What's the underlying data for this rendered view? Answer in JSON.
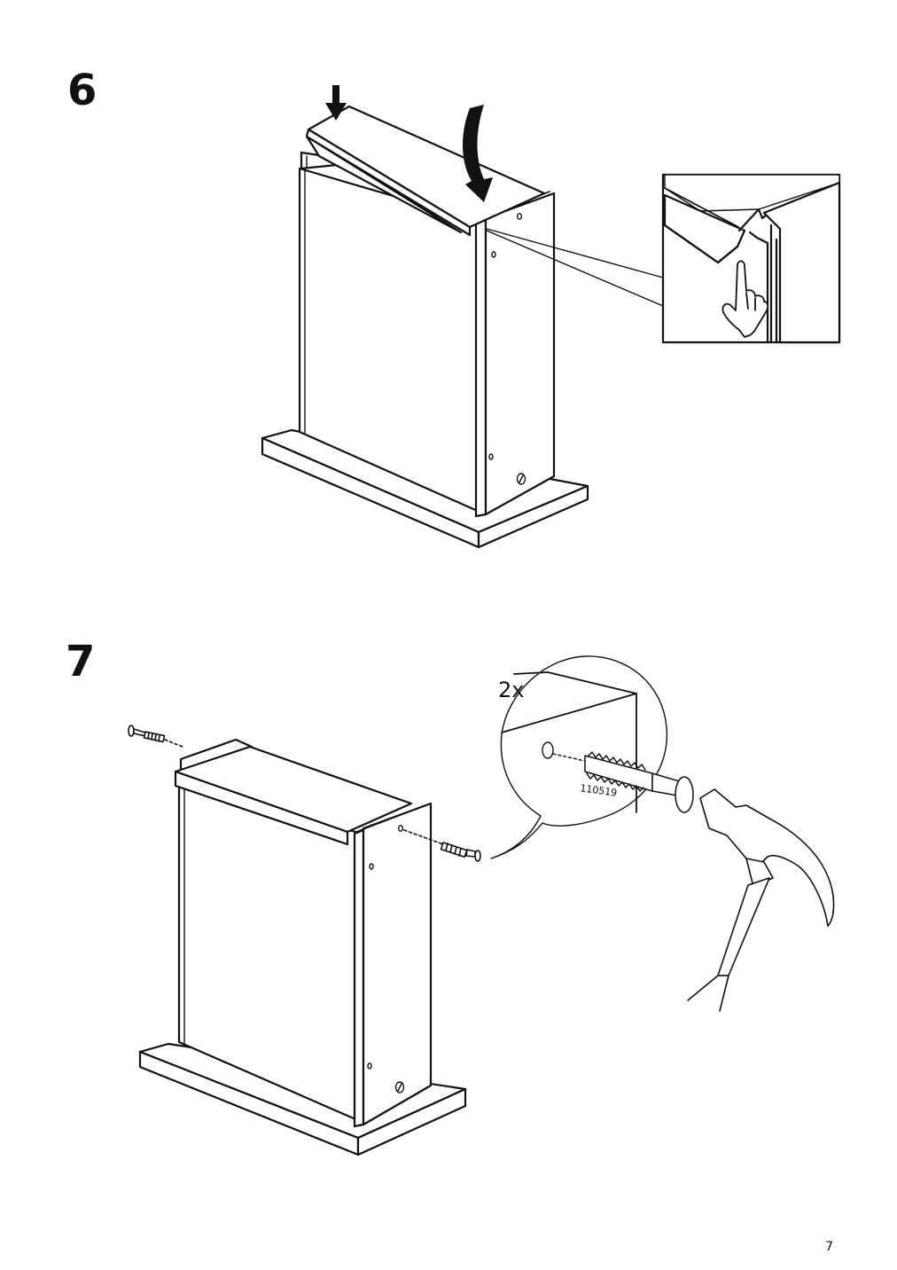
{
  "steps": [
    {
      "number": "6"
    },
    {
      "number": "7",
      "quantity": "2x",
      "part_number": "110519"
    }
  ],
  "page_number": "7"
}
